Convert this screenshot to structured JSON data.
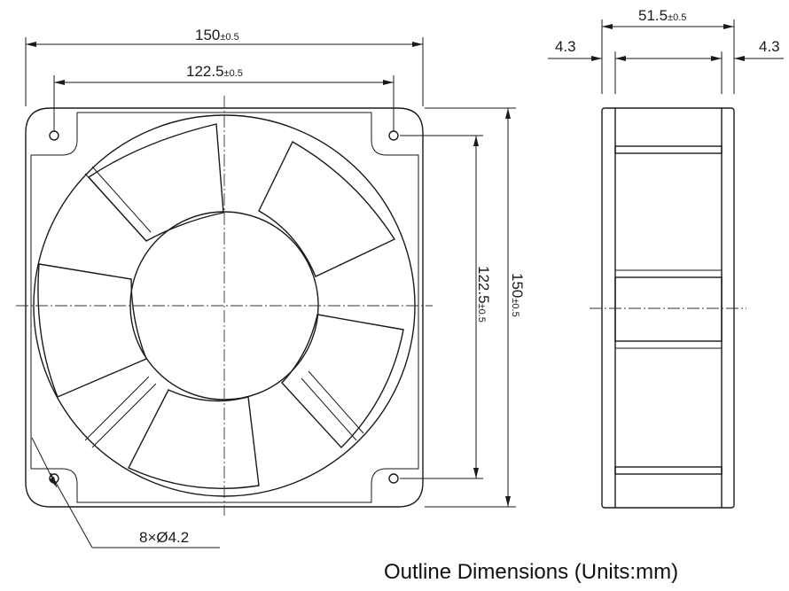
{
  "front_view": {
    "overall_width": {
      "value": "150",
      "tol": "±0.5"
    },
    "hole_spacing_width": {
      "value": "122.5",
      "tol": "±0.5"
    },
    "overall_height": {
      "value": "150",
      "tol": "±0.5"
    },
    "hole_spacing_height": {
      "value": "122.5",
      "tol": "±0.5"
    },
    "holes_callout": "8×Ø4.2"
  },
  "side_view": {
    "depth": {
      "value": "51.5",
      "tol": "±0.5"
    },
    "flange_left": "4.3",
    "flange_right": "4.3"
  },
  "caption": "Outline Dimensions (Units:mm)"
}
